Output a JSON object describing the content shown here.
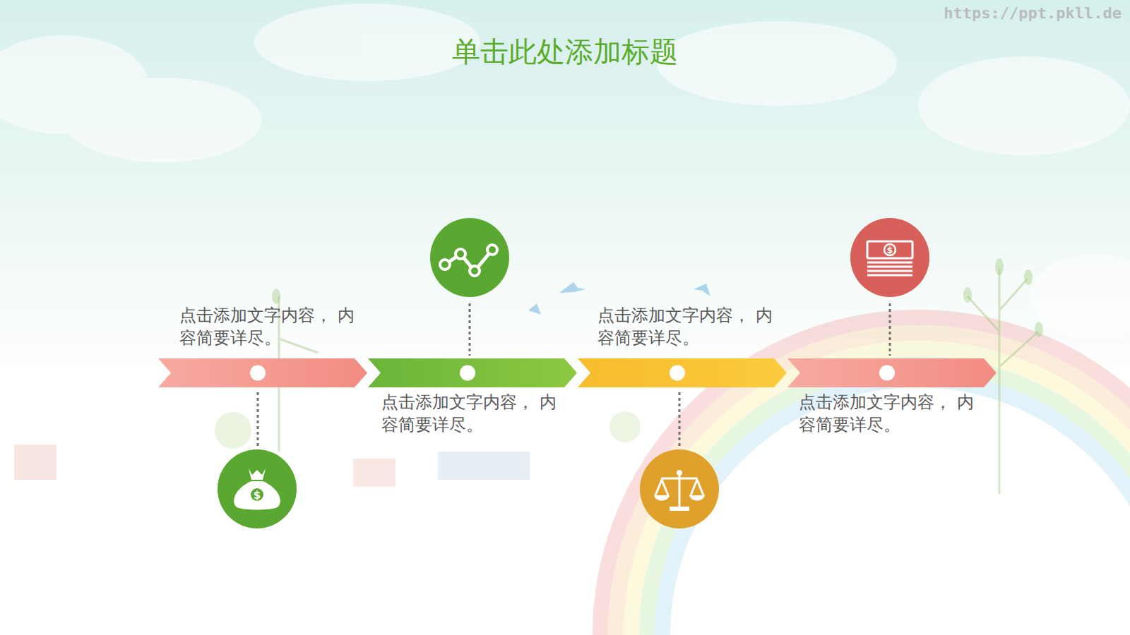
{
  "diagram": {
    "title": "单击此处添加标题",
    "nodes": [
      {
        "text": [
          "点击添加文字内容， 内容简要详尽。"
        ]
      },
      {
        "text": [
          "点击添加文字内容， 内容简要详尽。"
        ]
      },
      {
        "text": [
          "点击添加文字内容， 内容简要详尽。"
        ]
      },
      {
        "text": [
          "点击添加文字内容， 内容简要详尽。"
        ]
      }
    ],
    "labels": [
      "https://ppt.pkll.de"
    ]
  }
}
